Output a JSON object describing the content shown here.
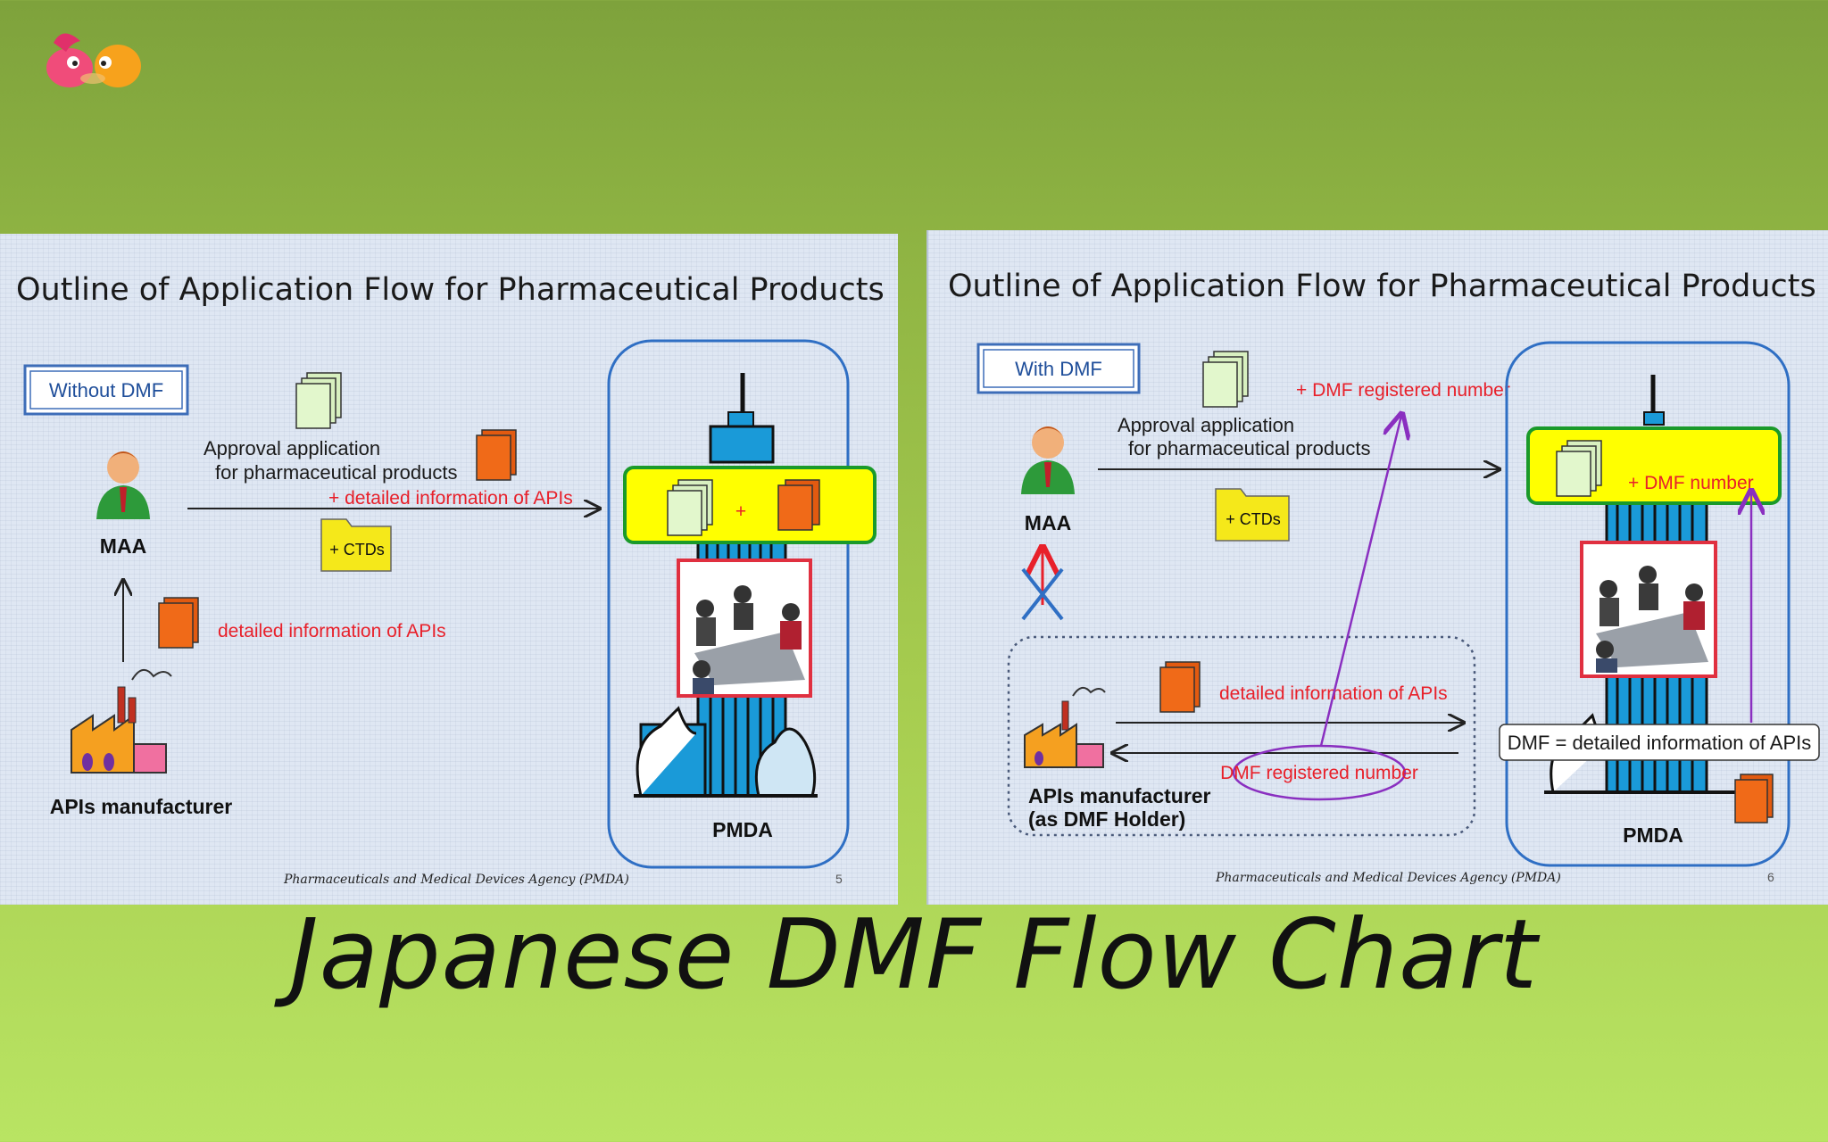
{
  "page_title": "Japanese DMF Flow Chart",
  "left_slide": {
    "title": "Outline of Application Flow for Pharmaceutical Products",
    "mode_label": "Without DMF",
    "approval_line1": "Approval application",
    "approval_line2": "for pharmaceutical products",
    "detailed_plus": "+ detailed information of APIs",
    "plus": "+",
    "ctds": "+ CTDs",
    "detailed": "detailed information of APIs",
    "maa": "MAA",
    "manufacturer": "APIs manufacturer",
    "pmda": "PMDA",
    "footer": "Pharmaceuticals and Medical Devices Agency (PMDA)",
    "page_number": "5"
  },
  "right_slide": {
    "title": "Outline of Application Flow for Pharmaceutical Products",
    "mode_label": "With DMF",
    "dmf_registered_plus": "+ DMF registered number",
    "approval_line1": "Approval application",
    "approval_line2": "for pharmaceutical products",
    "dmf_number": "+ DMF number",
    "ctds": "+ CTDs",
    "maa": "MAA",
    "detailed": "detailed information of APIs",
    "dmf_registered": "DMF registered number",
    "dmf_equals": "DMF = detailed information of APIs",
    "manufacturer_line1": "APIs manufacturer",
    "manufacturer_line2": "(as DMF Holder)",
    "pmda": "PMDA",
    "footer": "Pharmaceuticals and Medical Devices Agency (PMDA)",
    "page_number": "6"
  },
  "colors": {
    "accent_red": "#e8202a",
    "highlight_yellow": "#ffff00",
    "purple_arrow": "#8a2fc0",
    "frame_blue": "#2f6fc4"
  }
}
